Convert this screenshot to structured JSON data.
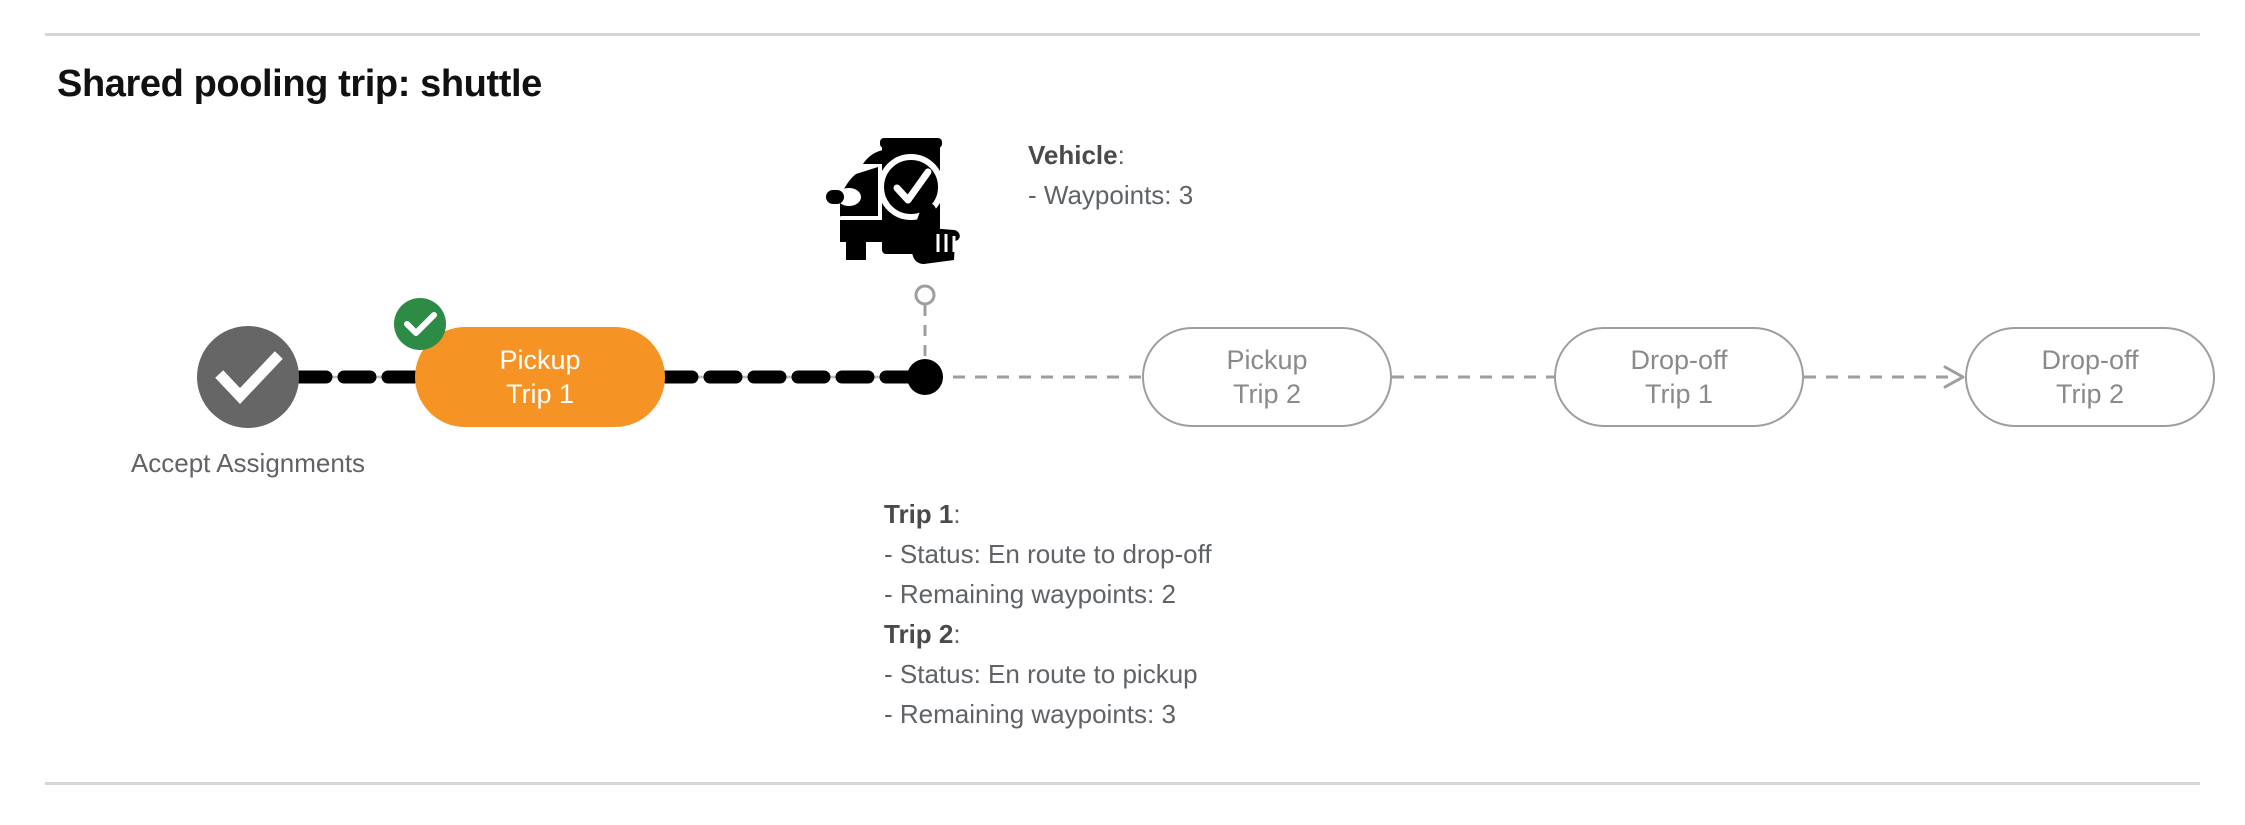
{
  "page": {
    "title": "Shared pooling trip: shuttle",
    "background": "#ffffff",
    "rule_color": "#d6d6d6"
  },
  "colors": {
    "active_pill": "#F59324",
    "completed_badge": "#2E8B45",
    "completed_node": "#666666",
    "pending_outline": "#9e9e9e",
    "pending_text": "#8a8a8a",
    "annotation_text": "#5f6368"
  },
  "flow": {
    "start_node": {
      "icon": "check-circle-icon",
      "label_line1": "Accept",
      "label_line2": "Assignments",
      "state": "completed"
    },
    "nodes": [
      {
        "id": "pickup-trip-1",
        "line1": "Pickup",
        "line2": "Trip 1",
        "state": "active",
        "badge": "check-badge-icon"
      },
      {
        "id": "pickup-trip-2",
        "line1": "Pickup",
        "line2": "Trip 2",
        "state": "pending",
        "badge": null
      },
      {
        "id": "dropoff-trip-1",
        "line1": "Drop-off",
        "line2": "Trip 1",
        "state": "pending",
        "badge": null
      },
      {
        "id": "dropoff-trip-2",
        "line1": "Drop-off",
        "line2": "Trip 2",
        "state": "pending",
        "badge": null
      }
    ],
    "vehicle_marker": {
      "icon": "vehicle-phone-check-icon",
      "position_label": "current-vehicle-position"
    }
  },
  "annotations": {
    "vehicle": {
      "heading": "Vehicle",
      "heading_suffix": ":",
      "lines": [
        "- Waypoints: 3"
      ]
    },
    "trips": [
      {
        "heading": "Trip 1",
        "heading_suffix": ":",
        "lines": [
          "- Status:  En route to drop-off",
          "- Remaining waypoints: 2"
        ]
      },
      {
        "heading": "Trip 2",
        "heading_suffix": ":",
        "lines": [
          "- Status:  En route to pickup",
          "- Remaining waypoints: 3"
        ]
      }
    ]
  }
}
